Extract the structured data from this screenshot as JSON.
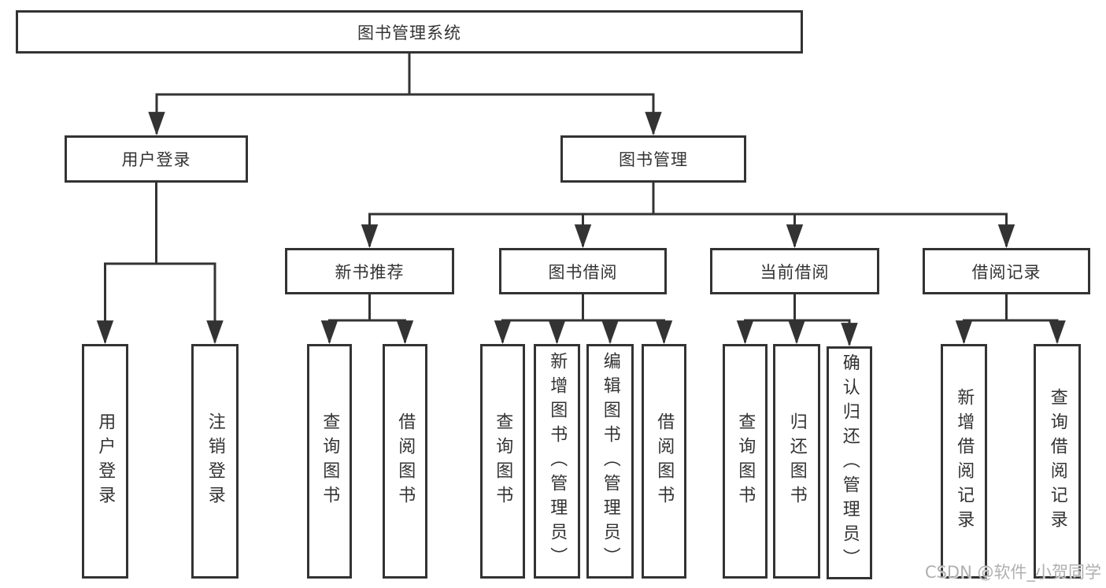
{
  "diagram": {
    "type": "hierarchy-tree",
    "tree": {
      "label": "图书管理系统",
      "children": [
        {
          "label": "用户登录",
          "children": [
            {
              "label": "用户登录"
            },
            {
              "label": "注销登录"
            }
          ]
        },
        {
          "label": "图书管理",
          "children": [
            {
              "label": "新书推荐",
              "children": [
                {
                  "label": "查询图书"
                },
                {
                  "label": "借阅图书"
                }
              ]
            },
            {
              "label": "图书借阅",
              "children": [
                {
                  "label": "查询图书"
                },
                {
                  "label": "新增图书（管理员）"
                },
                {
                  "label": "编辑图书（管理员）"
                },
                {
                  "label": "借阅图书"
                }
              ]
            },
            {
              "label": "当前借阅",
              "children": [
                {
                  "label": "查询图书"
                },
                {
                  "label": "归还图书"
                },
                {
                  "label": "确认归还（管理员）"
                }
              ]
            },
            {
              "label": "借阅记录",
              "children": [
                {
                  "label": "新增借阅记录"
                },
                {
                  "label": "查询借阅记录"
                }
              ]
            }
          ]
        }
      ]
    },
    "colors": {
      "line": "#333333",
      "text": "#333333",
      "box_background": "#ffffff",
      "watermark": "#b0b0b0"
    }
  },
  "watermark": "CSDN @软件_小贺同学"
}
